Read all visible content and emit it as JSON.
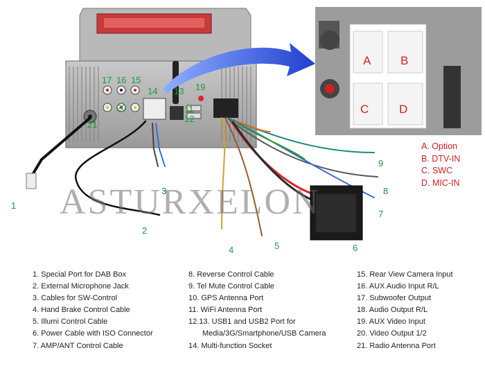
{
  "watermark": "ASTURXELON",
  "inset_legend": [
    "A. Option",
    "B. DTV-IN",
    "C. SWC",
    "D. MIC-IN"
  ],
  "inset_letters": [
    "A",
    "B",
    "C",
    "D"
  ],
  "callouts": [
    "1",
    "2",
    "3",
    "4",
    "5",
    "6",
    "7",
    "8",
    "9",
    "11",
    "12",
    "13",
    "14",
    "15",
    "16",
    "17",
    "19",
    "20",
    "21"
  ],
  "legend_col1": [
    "1. Special Port for DAB Box",
    "2. External Microphone Jack",
    "3. Cables for SW-Control",
    "4. Hand Brake Control Cable",
    "5. Illumi Control Cable",
    "6. Power Cable with ISO Connector",
    "7. AMP/ANT Control Cable"
  ],
  "legend_col2": [
    "8. Reverse Control Cable",
    "9. Tel Mute Control Cable",
    "10. GPS Antenna Port",
    "11. WiFi Antenna Port",
    "12.13. USB1 and USB2 Port for",
    "Media/3G/Smartphone/USB Camera",
    "14. Multi-function Socket"
  ],
  "legend_col3": [
    "15. Rear View Camera Input",
    "16. AUX Audio Input R/L",
    "17. Subwoofer Output",
    "18. Audio Output R/L",
    "19. AUX Video Input",
    "20. Video Output 1/2",
    "21. Radio Antenna Port"
  ],
  "colors": {
    "callout": "#1a9a3a",
    "inset_text": "#d22020",
    "arrow": "#1f4fd8"
  }
}
